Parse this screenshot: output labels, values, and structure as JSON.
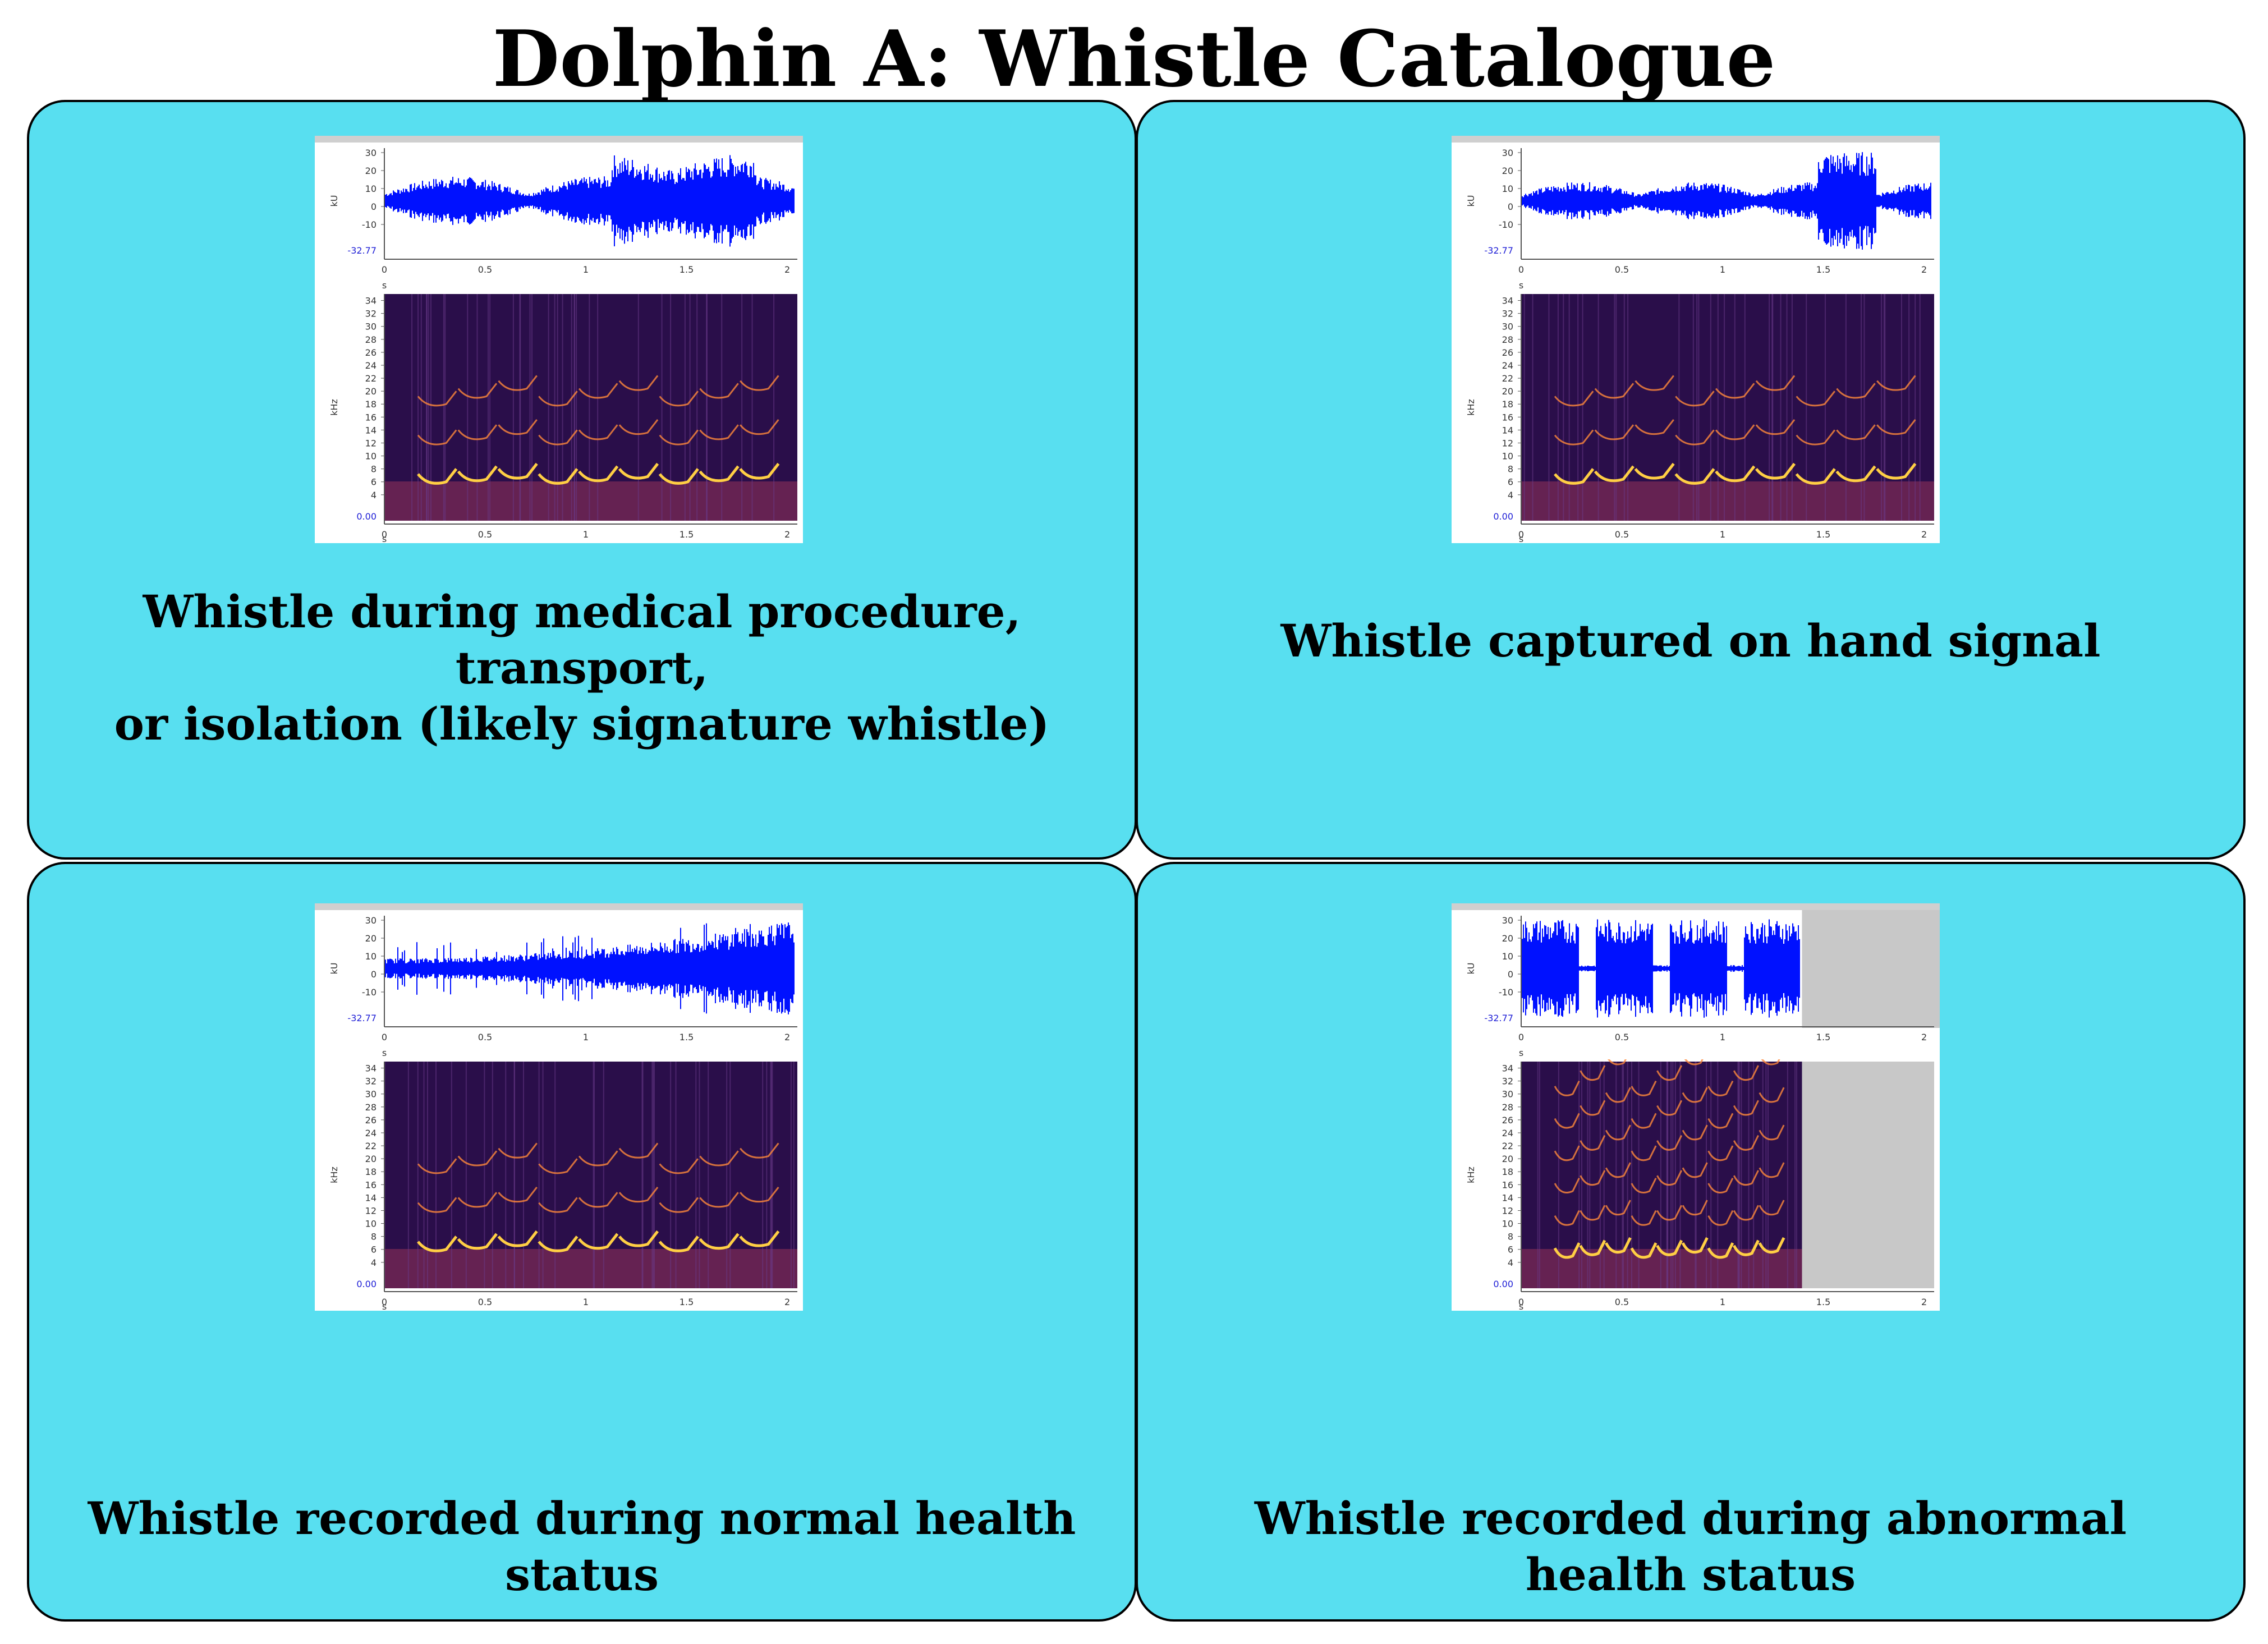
{
  "title": "Dolphin A: Whistle Catalogue",
  "colors": {
    "panel": "#58dff0",
    "waveform": "#0011ff",
    "spec_bg": "#2a0e4a",
    "spec_contour": "#ffcf44"
  },
  "axes": {
    "wave_ylabel": "kU",
    "spec_ylabel": "kHz",
    "x_unit": "s",
    "wave_ticks": [
      "30",
      "20",
      "10",
      "0",
      "-10"
    ],
    "wave_min": "-32.77",
    "spec_zero": "0.00",
    "spec_ticks": [
      "34",
      "32",
      "30",
      "28",
      "26",
      "24",
      "22",
      "20",
      "18",
      "16",
      "14",
      "12",
      "10",
      "8",
      "6",
      "4"
    ],
    "x_ticks": [
      "0",
      "0.5",
      "1",
      "1.5",
      "2"
    ]
  },
  "panels": [
    {
      "caption_lines": [
        "Whistle during medical procedure, transport,",
        "or isolation (likely signature whistle)"
      ]
    },
    {
      "caption_lines": [
        "Whistle captured on hand signal"
      ]
    },
    {
      "caption_lines": [
        "Whistle recorded during normal health status"
      ]
    },
    {
      "caption_lines": [
        "Whistle recorded during abnormal health status"
      ]
    }
  ]
}
